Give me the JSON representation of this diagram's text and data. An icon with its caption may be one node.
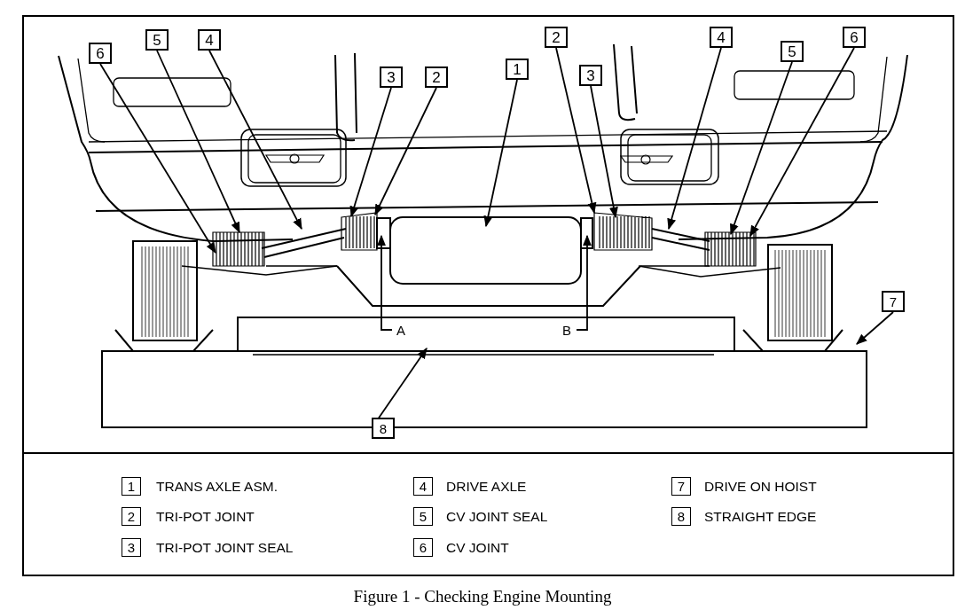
{
  "diagram": {
    "caption": "Figure 1 - Checking Engine Mounting",
    "nodes": [
      {
        "text": [
          "6"
        ]
      },
      {
        "text": [
          "5"
        ]
      },
      {
        "text": [
          "4"
        ]
      },
      {
        "text": [
          "3"
        ]
      },
      {
        "text": [
          "2"
        ]
      },
      {
        "text": [
          "1"
        ]
      },
      {
        "text": [
          "2"
        ]
      },
      {
        "text": [
          "3"
        ]
      },
      {
        "text": [
          "4"
        ]
      },
      {
        "text": [
          "5"
        ]
      },
      {
        "text": [
          "6"
        ]
      },
      {
        "text": [
          "7"
        ]
      },
      {
        "text": [
          "8"
        ]
      }
    ],
    "edges": [
      {
        "from": 0,
        "to": null,
        "arrow": "to"
      },
      {
        "from": 1,
        "to": null,
        "arrow": "to"
      },
      {
        "from": 2,
        "to": null,
        "arrow": "to"
      },
      {
        "from": 3,
        "to": null,
        "arrow": "to"
      },
      {
        "from": 4,
        "to": null,
        "arrow": "to"
      },
      {
        "from": 5,
        "to": null,
        "arrow": "to"
      },
      {
        "from": 6,
        "to": null,
        "arrow": "to"
      },
      {
        "from": 7,
        "to": null,
        "arrow": "to"
      },
      {
        "from": 8,
        "to": null,
        "arrow": "to"
      },
      {
        "from": 9,
        "to": null,
        "arrow": "to"
      },
      {
        "from": 10,
        "to": null,
        "arrow": "to"
      },
      {
        "from": 11,
        "to": null,
        "arrow": "to"
      },
      {
        "from": 12,
        "to": null,
        "arrow": "to"
      }
    ],
    "labels": [
      "A",
      "B",
      "1",
      "TRANS AXLE ASM.",
      "4",
      "DRIVE AXLE",
      "7",
      "DRIVE ON HOIST",
      "2",
      "TRI-POT JOINT",
      "5",
      "CV JOINT SEAL",
      "8",
      "STRAIGHT EDGE",
      "3",
      "TRI-POT JOINT SEAL",
      "6",
      "CV JOINT"
    ]
  }
}
